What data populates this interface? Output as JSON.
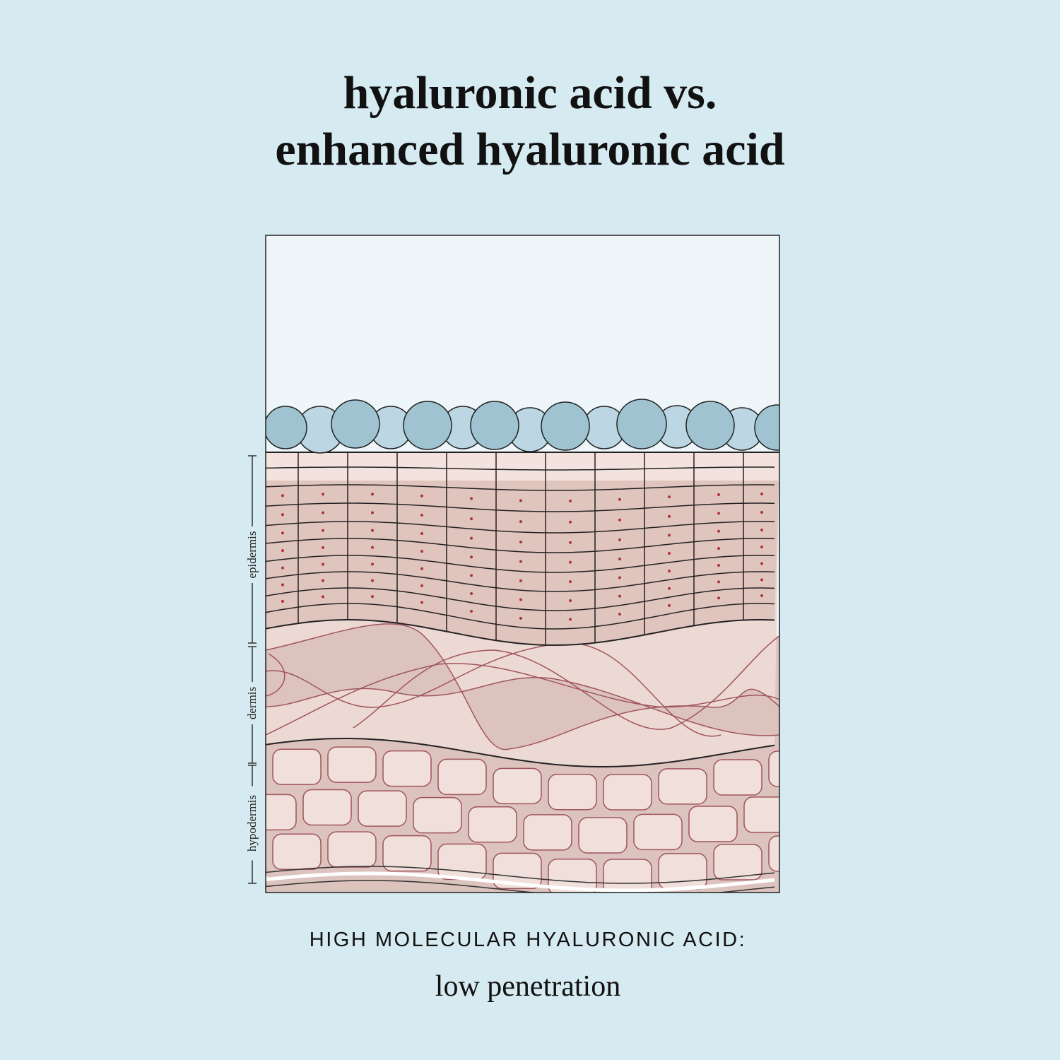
{
  "title": {
    "line1": "hyaluronic acid vs.",
    "line2": "enhanced hyaluronic acid"
  },
  "layers": {
    "epidermis": "epidermis",
    "dermis": "dermis",
    "hypodermis": "hypodermis"
  },
  "caption": {
    "heading": "HIGH MOLECULAR HYALURONIC ACID:",
    "subtext": "low penetration"
  },
  "colors": {
    "background": "#d6eaf1",
    "sky": "#eef6fa",
    "molecule_dark": "#9fc3d0",
    "molecule_light": "#bcd7e3",
    "skin": "#ecd9d4",
    "skin_dark": "#dcc3bd",
    "fiber": "#a0545e",
    "nucleus": "#b0303e"
  }
}
